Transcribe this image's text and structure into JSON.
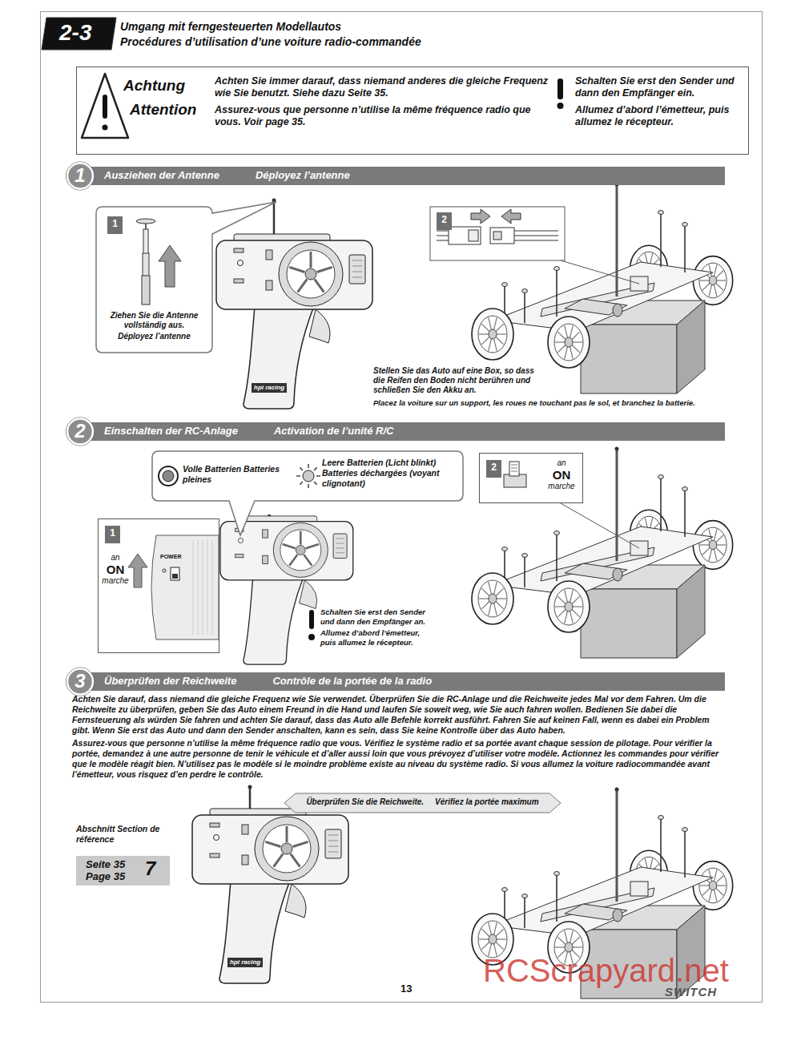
{
  "diagram": {
    "title": "Umgang mit ferngesteuerten Modellautos",
    "nodes": [
      {
        "text": [
          "Achtung",
          "Attention",
          "Achten Sie immer darauf, dass niemand anderes die gleiche Frequenz wie Sie benutzt. Siehe dazu Seite 35.",
          "Assurez-vous que personne n’utilise la même fréquence radio que vous. Voir page 35.",
          "Schalten Sie erst den Sender und dann den Empfänger ein.",
          "Allumez d’abord l’émetteur, puis allumez le récepteur."
        ]
      },
      {
        "text": [
          "Ausziehen der Antenne",
          "Déployez l’antenne"
        ]
      },
      {
        "text": [
          "1"
        ],
        "in": 1
      },
      {
        "text": [
          "Ziehen Sie die Antenne vollständig aus.",
          "Déployez l’antenne"
        ]
      },
      {
        "text": [
          "1"
        ],
        "in": 3
      },
      {
        "text": [
          "2"
        ]
      },
      {
        "text": [
          "Einschalten der RC-Anlage",
          "Activation de l’unité R/C"
        ]
      },
      {
        "text": [
          "2"
        ],
        "in": 6
      },
      {
        "text": [
          "Volle Batterien Batteries pleines",
          "Leere Batterien (Licht blinkt) Batteries déchargées (voyant clignotant)"
        ]
      },
      {
        "text": [
          "an",
          "ON",
          "marche",
          "POWER"
        ]
      },
      {
        "text": [
          "1"
        ],
        "in": 9
      },
      {
        "text": [
          "an",
          "ON",
          "marche"
        ]
      },
      {
        "text": [
          "2"
        ],
        "in": 11
      },
      {
        "text": [
          "Überprüfen der Reichweite",
          "Contrôle de la portée de la radio"
        ]
      },
      {
        "text": [
          "3"
        ],
        "in": 13
      },
      {
        "text": [
          "Überprüfen Sie die Reichweite.",
          "Vérifiez la portée maximum"
        ]
      },
      {
        "text": [
          "Abschnitt Section de référence",
          "Seite 35 Page 35",
          "7"
        ]
      }
    ],
    "labels": [
      "2-3",
      "Procédures d’utilisation d’une voiture radio-commandée",
      "Stellen Sie das Auto auf eine Box, so dass die Reifen den Boden nicht berühren und schließen Sie den Akku an.",
      "Placez la voiture sur un support, les roues ne touchant pas le sol, et branchez la batterie.",
      "Schalten Sie erst den Sender und dann den Empfänger an.",
      "Allumez d’abord l’émetteur, puis allumez le récepteur.",
      "Achten Sie darauf, dass niemand die gleiche Frequenz wie Sie verwendet. Überprüfen Sie die RC-Anlage und die Reichweite jedes Mal vor dem Fahren. Um die Reichweite zu überprüfen, geben Sie das Auto einem Freund in die Hand und laufen Sie soweit weg, wie Sie auch fahren wollen. Bedienen Sie dabei die Fernsteuerung als würden Sie fahren und achten Sie darauf, dass das Auto alle Befehle korrekt ausführt. Fahren Sie auf keinen Fall, wenn es dabei ein Problem gibt. Wenn Sie erst das Auto und dann den Sender anschalten, kann es sein, dass Sie keine Kontrolle über das Auto haben.",
      "Assurez-vous que personne n’utilise la même fréquence radio que vous. Vérifiez le système radio et sa portée avant chaque session de pilotage. Pour vérifier la portée, demandez à une autre personne de tenir le véhicule et d’aller aussi loin que vous prévoyez d’utiliser votre modèle. Actionnez les commandes pour vérifier que le modèle réagit bien. N’utilisez pas le modèle si le moindre problème existe au niveau du système radio. Si vous allumez la voiture radiocommandée avant l’émetteur, vous risquez d’en perdre le contrôle.",
      "hpi racing",
      "hpi racing",
      "13",
      "SWITCH",
      "RCScrapyard.net"
    ]
  }
}
